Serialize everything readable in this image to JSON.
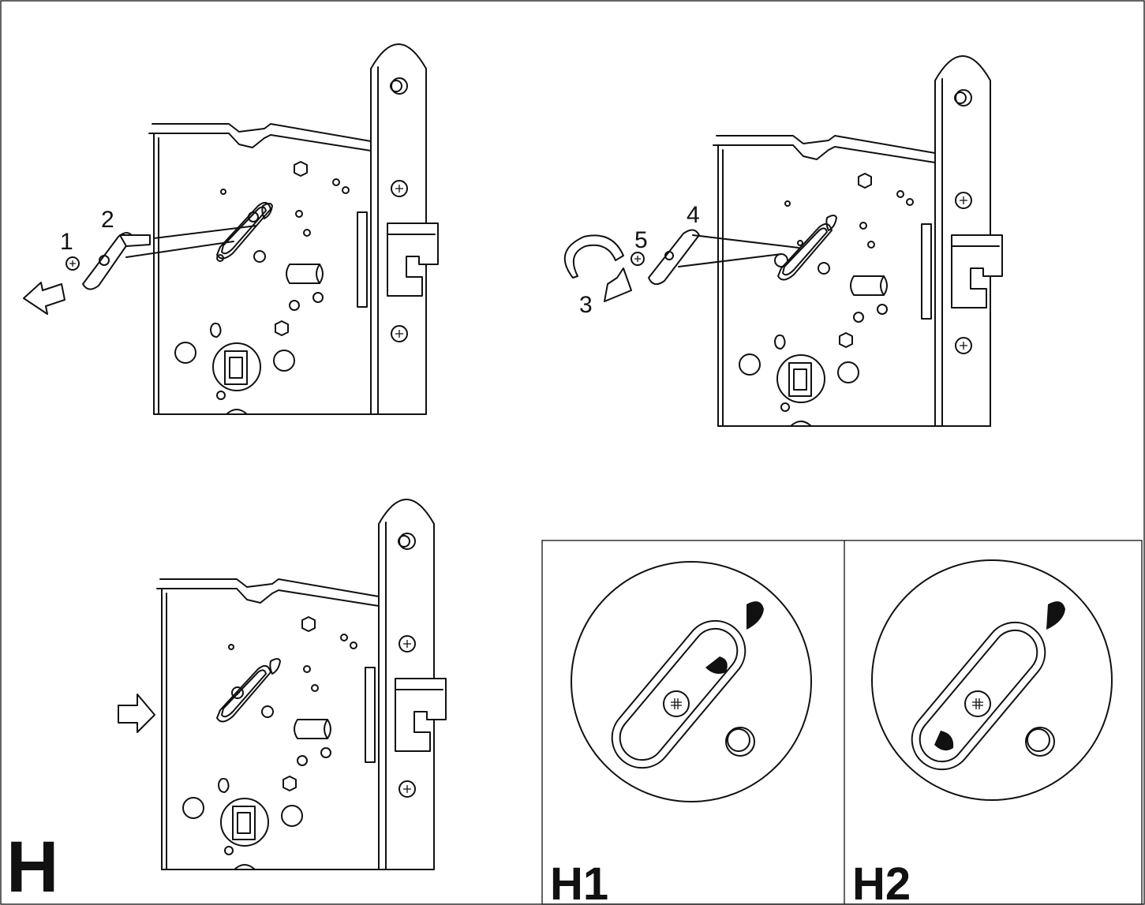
{
  "figure_label": "H",
  "detail_panels": [
    {
      "label": "H1"
    },
    {
      "label": "H2"
    }
  ],
  "callouts": {
    "screw_remove": "1",
    "cam_remove": "2",
    "rotate": "3",
    "cam_insert": "4",
    "screw_insert": "5"
  },
  "icons": [
    "arrow-left-icon",
    "arrow-right-icon",
    "rotate-arrow-icon",
    "phillips-screw-icon",
    "cam-marker-icon"
  ],
  "colors": {
    "line": "#111111",
    "background": "#ffffff"
  }
}
